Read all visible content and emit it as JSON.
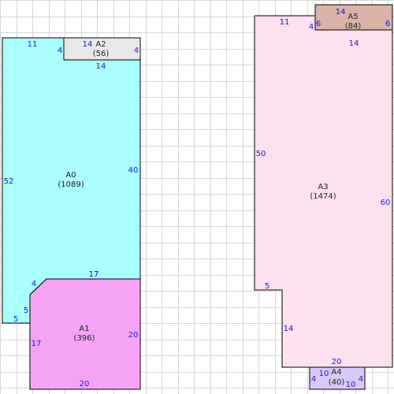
{
  "colors": {
    "background": "#ffffff",
    "grid": "#d6d6d6",
    "outline": "#000000",
    "dimension_text": "#1a1ad6",
    "label_text": "#222222"
  },
  "areas": [
    {
      "id": "A0",
      "name": "A0",
      "area": "(1089)",
      "fill": "#aaffff",
      "dims": [
        {
          "value": "11"
        },
        {
          "value": "4"
        },
        {
          "value": "14"
        },
        {
          "value": "40"
        },
        {
          "value": "17"
        },
        {
          "value": "4"
        },
        {
          "value": "5"
        },
        {
          "value": "5"
        },
        {
          "value": "52"
        }
      ]
    },
    {
      "id": "A1",
      "name": "A1",
      "area": "(396)",
      "fill": "#f5a3f5",
      "dims": [
        {
          "value": "17"
        },
        {
          "value": "20"
        },
        {
          "value": "20"
        },
        {
          "value": "17"
        }
      ]
    },
    {
      "id": "A2",
      "name": "A2",
      "area": "(56)",
      "fill": "#e8e8e8",
      "dims": [
        {
          "value": "14"
        },
        {
          "value": "4"
        }
      ]
    },
    {
      "id": "A3",
      "name": "A3",
      "area": "(1474)",
      "fill": "#ffe0ee",
      "dims": [
        {
          "value": "11"
        },
        {
          "value": "4"
        },
        {
          "value": "14"
        },
        {
          "value": "60"
        },
        {
          "value": "20"
        },
        {
          "value": "14"
        },
        {
          "value": "5"
        },
        {
          "value": "50"
        }
      ]
    },
    {
      "id": "A4",
      "name": "A4",
      "area": "(40)",
      "fill": "#d8c8f8",
      "dims": [
        {
          "value": "10"
        },
        {
          "value": "4"
        },
        {
          "value": "10"
        },
        {
          "value": "4"
        }
      ]
    },
    {
      "id": "A5",
      "name": "A5",
      "area": "(84)",
      "fill": "#dbb2a8",
      "dims": [
        {
          "value": "14"
        },
        {
          "value": "6"
        },
        {
          "value": "6"
        }
      ]
    }
  ]
}
